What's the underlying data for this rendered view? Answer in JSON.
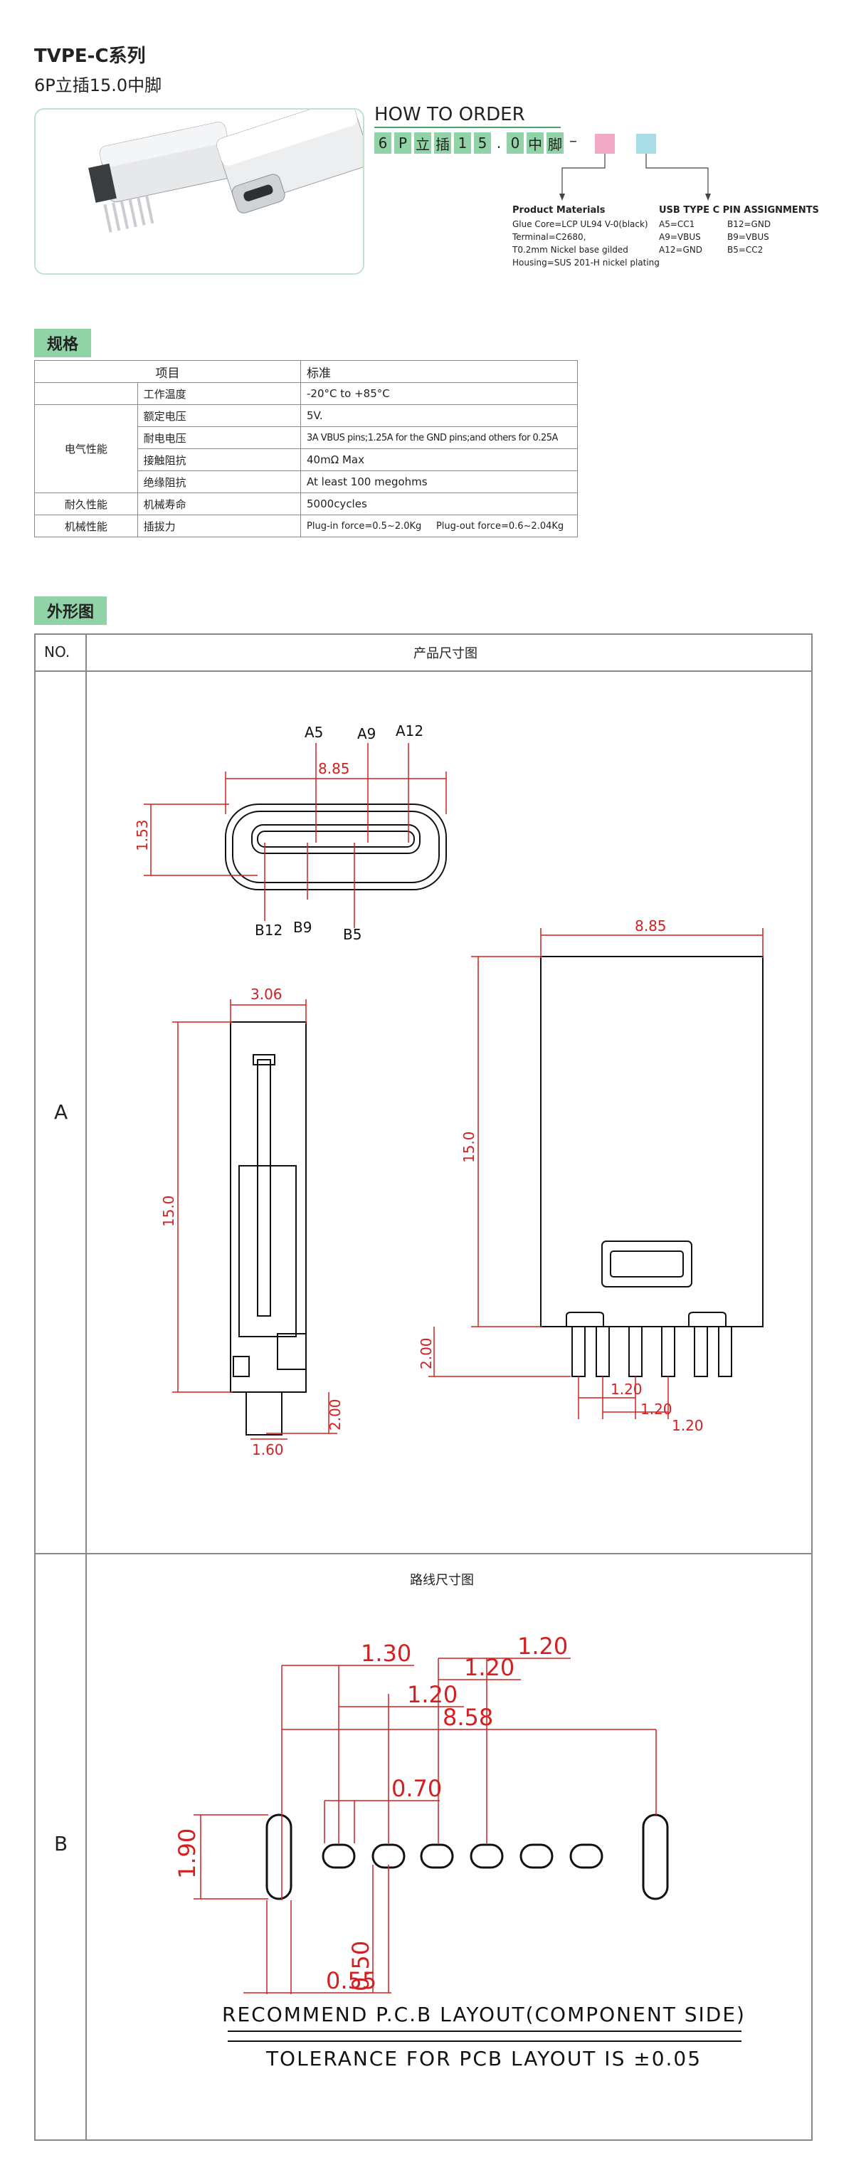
{
  "header": {
    "title": "TVPE-C系列",
    "subtitle": "6P立插15.0中脚"
  },
  "order": {
    "title": "HOW TO ORDER",
    "code": [
      "6",
      "P",
      "立",
      "插",
      "1",
      "5",
      ".",
      "0",
      "中",
      "脚"
    ],
    "dash": "–",
    "materials_title": "Product Materials",
    "materials": [
      "Glue Core=LCP UL94 V-0(black)",
      "Terminal=C2680,",
      "T0.2mm Nickel base gilded",
      "Housing=SUS 201-H nickel plating"
    ],
    "pins_title": "USB TYPE C PIN ASSIGNMENTS",
    "pins": [
      "A5=CC1",
      "B12=GND",
      "A9=VBUS",
      "B9=VBUS",
      "A12=GND",
      "B5=CC2"
    ]
  },
  "spec": {
    "tag": "规格",
    "head_item": "项目",
    "head_std": "标准",
    "rows": [
      {
        "group": "",
        "item": "工作温度",
        "value": "-20°C to +85°C"
      },
      {
        "group": "电气性能",
        "item": "额定电压",
        "value": "5V."
      },
      {
        "group": "",
        "item": "耐电电压",
        "value": "3A VBUS pins;1.25A for the GND pins;and others for 0.25A"
      },
      {
        "group": "",
        "item": "接触阻抗",
        "value": "40mΩ Max"
      },
      {
        "group": "",
        "item": "绝缘阻抗",
        "value": "At least 100 megohms"
      },
      {
        "group": "耐久性能",
        "item": "机械寿命",
        "value": "5000cycles"
      },
      {
        "group": "机械性能",
        "item": "插拔力",
        "value": "Plug-in force=0.5~2.0Kg     Plug-out force=0.6~2.04Kg"
      }
    ]
  },
  "drawing": {
    "tag": "外形图",
    "col_no": "NO.",
    "col_title": "产品尺寸图",
    "row_a": "A",
    "row_b": "B",
    "pcb_title": "路线尺寸图",
    "dims_a": {
      "a5": "A5",
      "a9": "A9",
      "a12": "A12",
      "b12": "B12",
      "b9": "B9",
      "b5": "B5",
      "w885": "8.85",
      "h153": "1.53",
      "w306": "3.06",
      "h150": "15.0",
      "h200": "2.00",
      "w160": "1.60",
      "w885b": "8.85",
      "h150b": "15.0",
      "h200b": "2.00",
      "p120a": "1.20",
      "p120b": "1.20",
      "p120c": "1.20"
    },
    "dims_b": {
      "d130": "1.30",
      "d120a": "1.20",
      "d120b": "1.20",
      "d120c": "1.20",
      "d858": "8.58",
      "d070": "0.70",
      "d190": "1.90",
      "d050": "0.50",
      "d055": "0.55"
    },
    "note1": "RECOMMEND P.C.B LAYOUT(COMPONENT SIDE)",
    "note2": "TOLERANCE FOR PCB LAYOUT IS ±0.05"
  },
  "colors": {
    "accent": "#8fd3a6",
    "dimension": "#d42020",
    "pink": "#f2a9c6",
    "blue": "#a8dde6"
  }
}
